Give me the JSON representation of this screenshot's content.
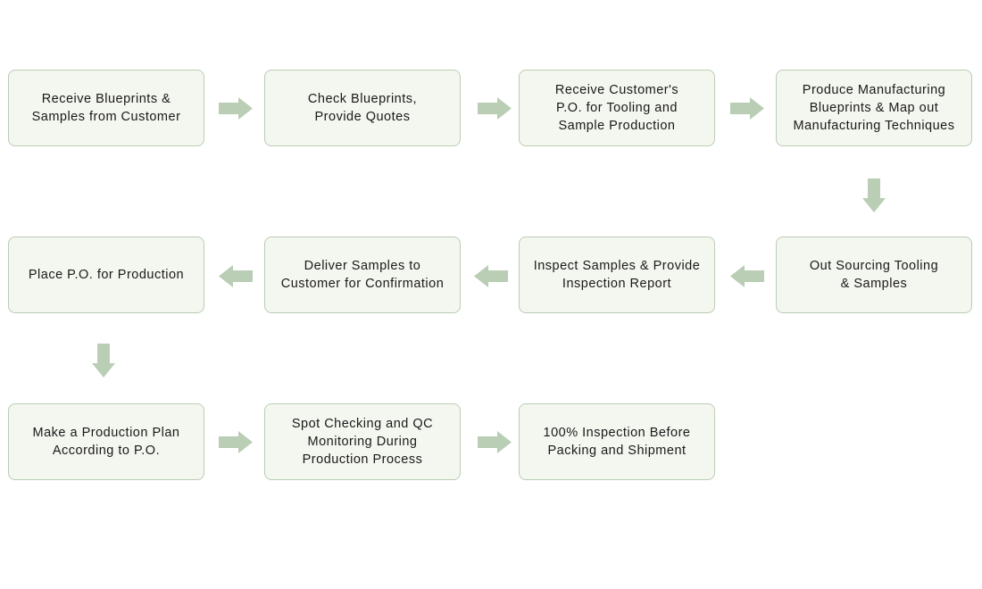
{
  "colors": {
    "box_fill": "#f4f6f0",
    "box_border": "#b9ceb5",
    "arrow": "#b9ceb5",
    "text": "#1a1a1a"
  },
  "steps": [
    {
      "label": "Receive Blueprints &\nSamples from Customer"
    },
    {
      "label": "Check Blueprints,\nProvide Quotes"
    },
    {
      "label": "Receive Customer's\nP.O. for Tooling and\nSample Production"
    },
    {
      "label": "Produce Manufacturing\nBlueprints & Map out\nManufacturing Techniques"
    },
    {
      "label": "Out Sourcing Tooling\n& Samples"
    },
    {
      "label": "Inspect Samples & Provide\nInspection Report"
    },
    {
      "label": "Deliver Samples to\nCustomer for Confirmation"
    },
    {
      "label": "Place P.O. for Production"
    },
    {
      "label": "Make a Production Plan\nAccording to P.O."
    },
    {
      "label": "Spot Checking and QC\nMonitoring During\nProduction Process"
    },
    {
      "label": "100% Inspection Before\nPacking and Shipment"
    }
  ]
}
